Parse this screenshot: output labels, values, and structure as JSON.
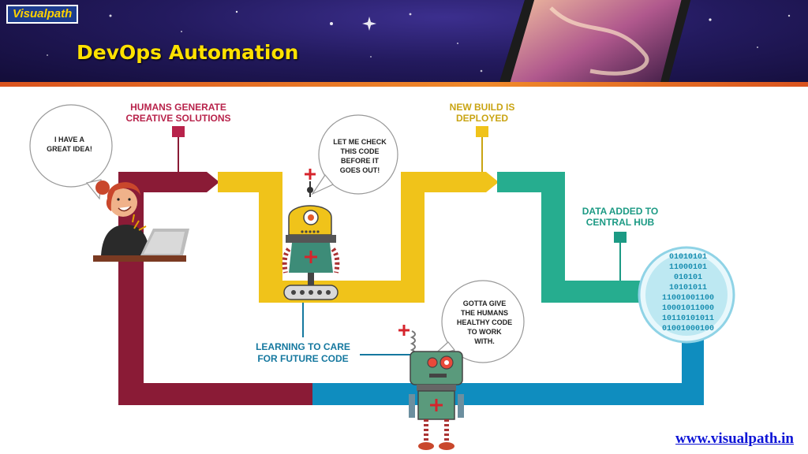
{
  "header": {
    "logo_text": "Visualpath",
    "title": "DevOps Automation"
  },
  "diagram": {
    "labels": {
      "humans_generate": [
        "HUMANS GENERATE",
        "CREATIVE SOLUTIONS"
      ],
      "new_build": [
        "NEW BUILD IS",
        "DEPLOYED"
      ],
      "data_added": [
        "DATA ADDED TO",
        "CENTRAL HUB"
      ],
      "learning": [
        "LEARNING TO CARE",
        "FOR FUTURE CODE"
      ]
    },
    "bubbles": {
      "idea": [
        "I HAVE A",
        "GREAT IDEA!"
      ],
      "check": [
        "LET ME CHECK",
        "THIS CODE",
        "BEFORE IT",
        "GOES OUT!"
      ],
      "give": [
        "GOTTA GIVE",
        "THE HUMANS",
        "HEALTHY CODE",
        "TO WORK",
        "WITH."
      ]
    },
    "binary_rows": [
      "01010101",
      "11000101",
      "010101",
      "10101011",
      "11001001100",
      "10001011000",
      "10110101011",
      "01001000100"
    ],
    "colors": {
      "maroon": "#8a1b36",
      "yellow": "#f0c31a",
      "teal": "#26ad8f",
      "blue": "#0f8dbf",
      "label_pink": "#b8234b",
      "label_gold": "#c9a413",
      "label_teal": "#1c9a84",
      "label_blue": "#15789f"
    }
  },
  "footer": {
    "url": "www.visualpath.in"
  }
}
